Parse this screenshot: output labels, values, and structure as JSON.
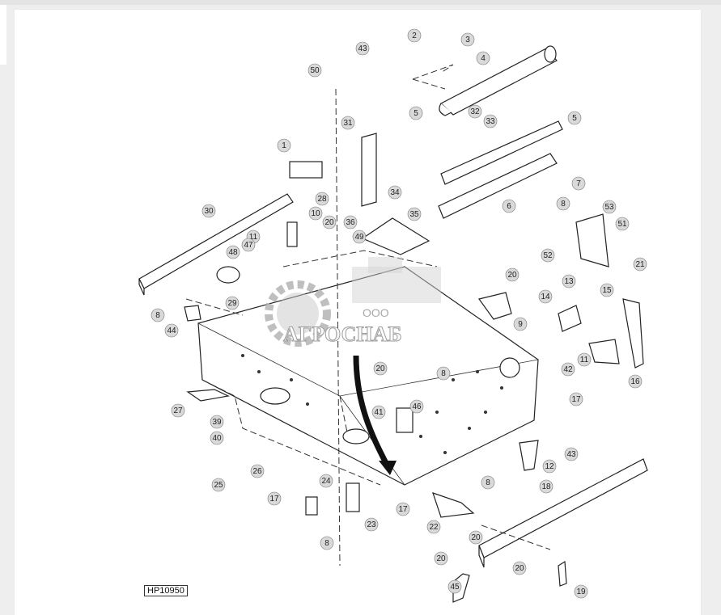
{
  "figure": {
    "id_label": "HP10950"
  },
  "watermark": {
    "company_prefix": "ООО",
    "company_name": "АГРОСНАБ"
  },
  "callouts": [
    {
      "n": "1"
    },
    {
      "n": "2"
    },
    {
      "n": "3"
    },
    {
      "n": "4"
    },
    {
      "n": "5"
    },
    {
      "n": "5"
    },
    {
      "n": "6"
    },
    {
      "n": "7"
    },
    {
      "n": "8"
    },
    {
      "n": "8"
    },
    {
      "n": "8"
    },
    {
      "n": "8"
    },
    {
      "n": "8"
    },
    {
      "n": "9"
    },
    {
      "n": "10"
    },
    {
      "n": "11"
    },
    {
      "n": "11"
    },
    {
      "n": "12"
    },
    {
      "n": "13"
    },
    {
      "n": "14"
    },
    {
      "n": "15"
    },
    {
      "n": "16"
    },
    {
      "n": "17"
    },
    {
      "n": "17"
    },
    {
      "n": "17"
    },
    {
      "n": "18"
    },
    {
      "n": "19"
    },
    {
      "n": "20"
    },
    {
      "n": "20"
    },
    {
      "n": "20"
    },
    {
      "n": "20"
    },
    {
      "n": "20"
    },
    {
      "n": "20"
    },
    {
      "n": "21"
    },
    {
      "n": "22"
    },
    {
      "n": "23"
    },
    {
      "n": "24"
    },
    {
      "n": "25"
    },
    {
      "n": "26"
    },
    {
      "n": "27"
    },
    {
      "n": "28"
    },
    {
      "n": "29"
    },
    {
      "n": "30"
    },
    {
      "n": "31"
    },
    {
      "n": "32"
    },
    {
      "n": "33"
    },
    {
      "n": "34"
    },
    {
      "n": "35"
    },
    {
      "n": "36"
    },
    {
      "n": "39"
    },
    {
      "n": "40"
    },
    {
      "n": "41"
    },
    {
      "n": "42"
    },
    {
      "n": "43"
    },
    {
      "n": "43"
    },
    {
      "n": "44"
    },
    {
      "n": "45"
    },
    {
      "n": "46"
    },
    {
      "n": "47"
    },
    {
      "n": "48"
    },
    {
      "n": "49"
    },
    {
      "n": "50"
    },
    {
      "n": "51"
    },
    {
      "n": "52"
    },
    {
      "n": "53"
    }
  ]
}
